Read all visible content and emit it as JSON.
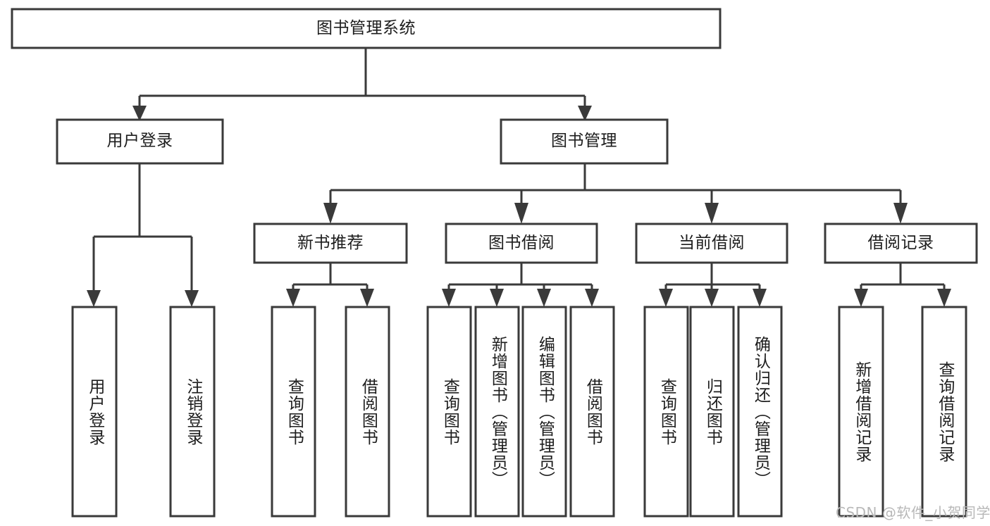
{
  "diagram": {
    "type": "tree-hierarchy",
    "title": "图书管理系统",
    "watermark": "CSDN @软件_小贺同学",
    "colors": {
      "stroke": "#3a3a3a",
      "fill": "#ffffff",
      "text": "#1d1d1d",
      "watermark": "#b8b8b8",
      "background": "#ffffff"
    },
    "levels": {
      "root": {
        "label": "图书管理系统"
      },
      "level2": [
        {
          "label": "用户登录"
        },
        {
          "label": "图书管理"
        }
      ],
      "level3": [
        {
          "label": "新书推荐"
        },
        {
          "label": "图书借阅"
        },
        {
          "label": "当前借阅"
        },
        {
          "label": "借阅记录"
        }
      ]
    },
    "nodes": {
      "root": {
        "label": "图书管理系统",
        "orientation": "horizontal"
      },
      "user_login": {
        "label": "用户登录",
        "orientation": "horizontal"
      },
      "book_manage": {
        "label": "图书管理",
        "orientation": "horizontal"
      },
      "new_book_rec": {
        "label": "新书推荐",
        "orientation": "horizontal"
      },
      "book_borrow": {
        "label": "图书借阅",
        "orientation": "horizontal"
      },
      "current_borrow": {
        "label": "当前借阅",
        "orientation": "horizontal"
      },
      "borrow_record": {
        "label": "借阅记录",
        "orientation": "horizontal"
      },
      "leaf_1": {
        "label": "用户登录",
        "orientation": "vertical"
      },
      "leaf_2": {
        "label": "注销登录",
        "orientation": "vertical"
      },
      "leaf_3": {
        "label": "查询图书",
        "orientation": "vertical"
      },
      "leaf_4": {
        "label": "借阅图书",
        "orientation": "vertical"
      },
      "leaf_5": {
        "label": "查询图书",
        "orientation": "vertical"
      },
      "leaf_6": {
        "label": "新增图书（管理员）",
        "orientation": "vertical"
      },
      "leaf_7": {
        "label": "编辑图书（管理员）",
        "orientation": "vertical"
      },
      "leaf_8": {
        "label": "借阅图书",
        "orientation": "vertical"
      },
      "leaf_9": {
        "label": "查询图书",
        "orientation": "vertical"
      },
      "leaf_10": {
        "label": "归还图书",
        "orientation": "vertical"
      },
      "leaf_11": {
        "label": "确认归还（管理员）",
        "orientation": "vertical"
      },
      "leaf_12": {
        "label": "新增借阅记录",
        "orientation": "vertical"
      },
      "leaf_13": {
        "label": "查询借阅记录",
        "orientation": "vertical"
      }
    },
    "edges": [
      {
        "from": "root",
        "to": "user_login"
      },
      {
        "from": "root",
        "to": "book_manage"
      },
      {
        "from": "user_login",
        "to": "leaf_1"
      },
      {
        "from": "user_login",
        "to": "leaf_2"
      },
      {
        "from": "book_manage",
        "to": "new_book_rec"
      },
      {
        "from": "book_manage",
        "to": "book_borrow"
      },
      {
        "from": "book_manage",
        "to": "current_borrow"
      },
      {
        "from": "book_manage",
        "to": "borrow_record"
      },
      {
        "from": "new_book_rec",
        "to": "leaf_3"
      },
      {
        "from": "new_book_rec",
        "to": "leaf_4"
      },
      {
        "from": "book_borrow",
        "to": "leaf_5"
      },
      {
        "from": "book_borrow",
        "to": "leaf_6"
      },
      {
        "from": "book_borrow",
        "to": "leaf_7"
      },
      {
        "from": "book_borrow",
        "to": "leaf_8"
      },
      {
        "from": "current_borrow",
        "to": "leaf_9"
      },
      {
        "from": "current_borrow",
        "to": "leaf_10"
      },
      {
        "from": "current_borrow",
        "to": "leaf_11"
      },
      {
        "from": "borrow_record",
        "to": "leaf_12"
      },
      {
        "from": "borrow_record",
        "to": "leaf_13"
      }
    ]
  }
}
